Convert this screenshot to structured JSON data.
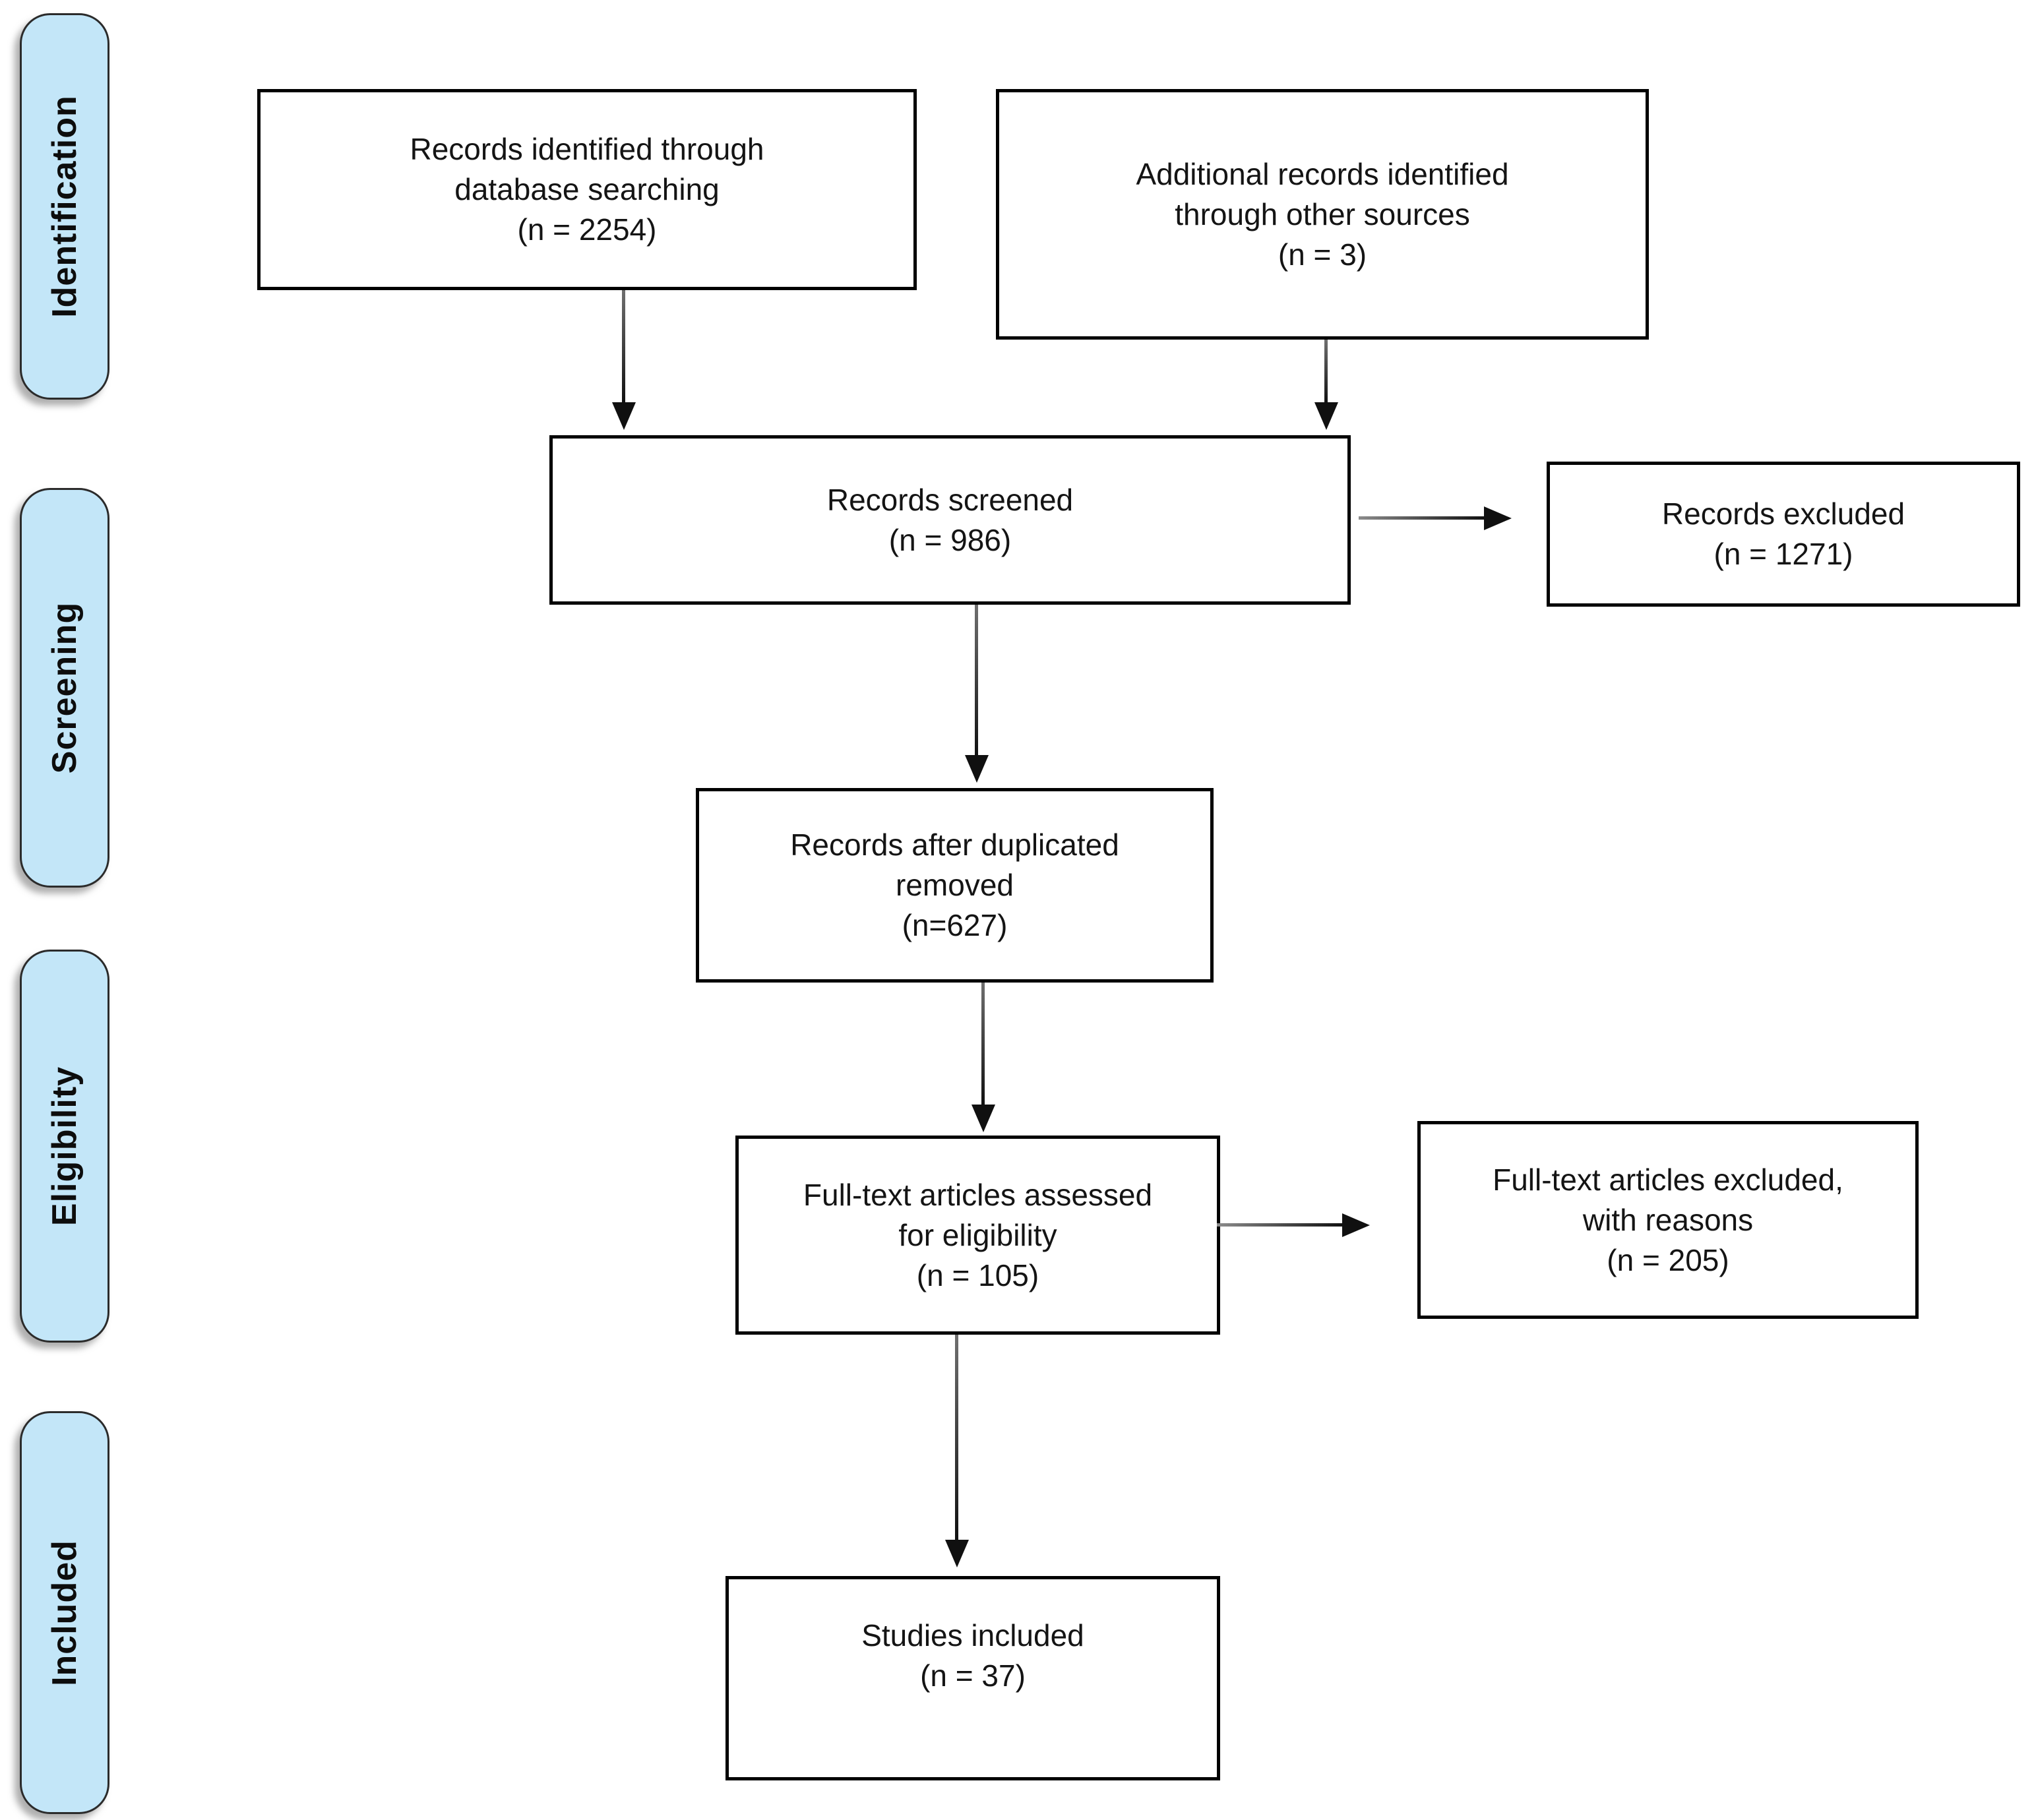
{
  "diagram": {
    "type": "prisma-flow",
    "colors": {
      "stage_fill": "#c3e6f8",
      "stage_border": "#2b2b2b",
      "box_border": "#000000",
      "arrow": "#101010",
      "background": "#ffffff"
    },
    "stages": [
      {
        "label": "Identification"
      },
      {
        "label": "Screening"
      },
      {
        "label": "Eligibility"
      },
      {
        "label": "Included"
      }
    ],
    "nodes": {
      "records_identified": {
        "text": "Records identified through\ndatabase searching\n(n = 2254)",
        "n": 2254
      },
      "additional_records": {
        "text": "Additional records identified\nthrough other sources\n(n = 3)",
        "n": 3
      },
      "records_screened": {
        "text": "Records screened\n(n = 986)",
        "n": 986
      },
      "records_excluded": {
        "text": "Records excluded\n(n = 1271)",
        "n": 1271
      },
      "records_after_duplicates": {
        "text": "Records after duplicated\nremoved\n(n=627)",
        "n": 627
      },
      "fulltext_assessed": {
        "text": "Full-text articles assessed\nfor eligibility\n(n = 105)",
        "n": 105
      },
      "fulltext_excluded": {
        "text": "Full-text articles excluded,\nwith reasons\n(n = 205)",
        "n": 205
      },
      "studies_included": {
        "text": "Studies included\n(n = 37)",
        "n": 37
      }
    }
  }
}
